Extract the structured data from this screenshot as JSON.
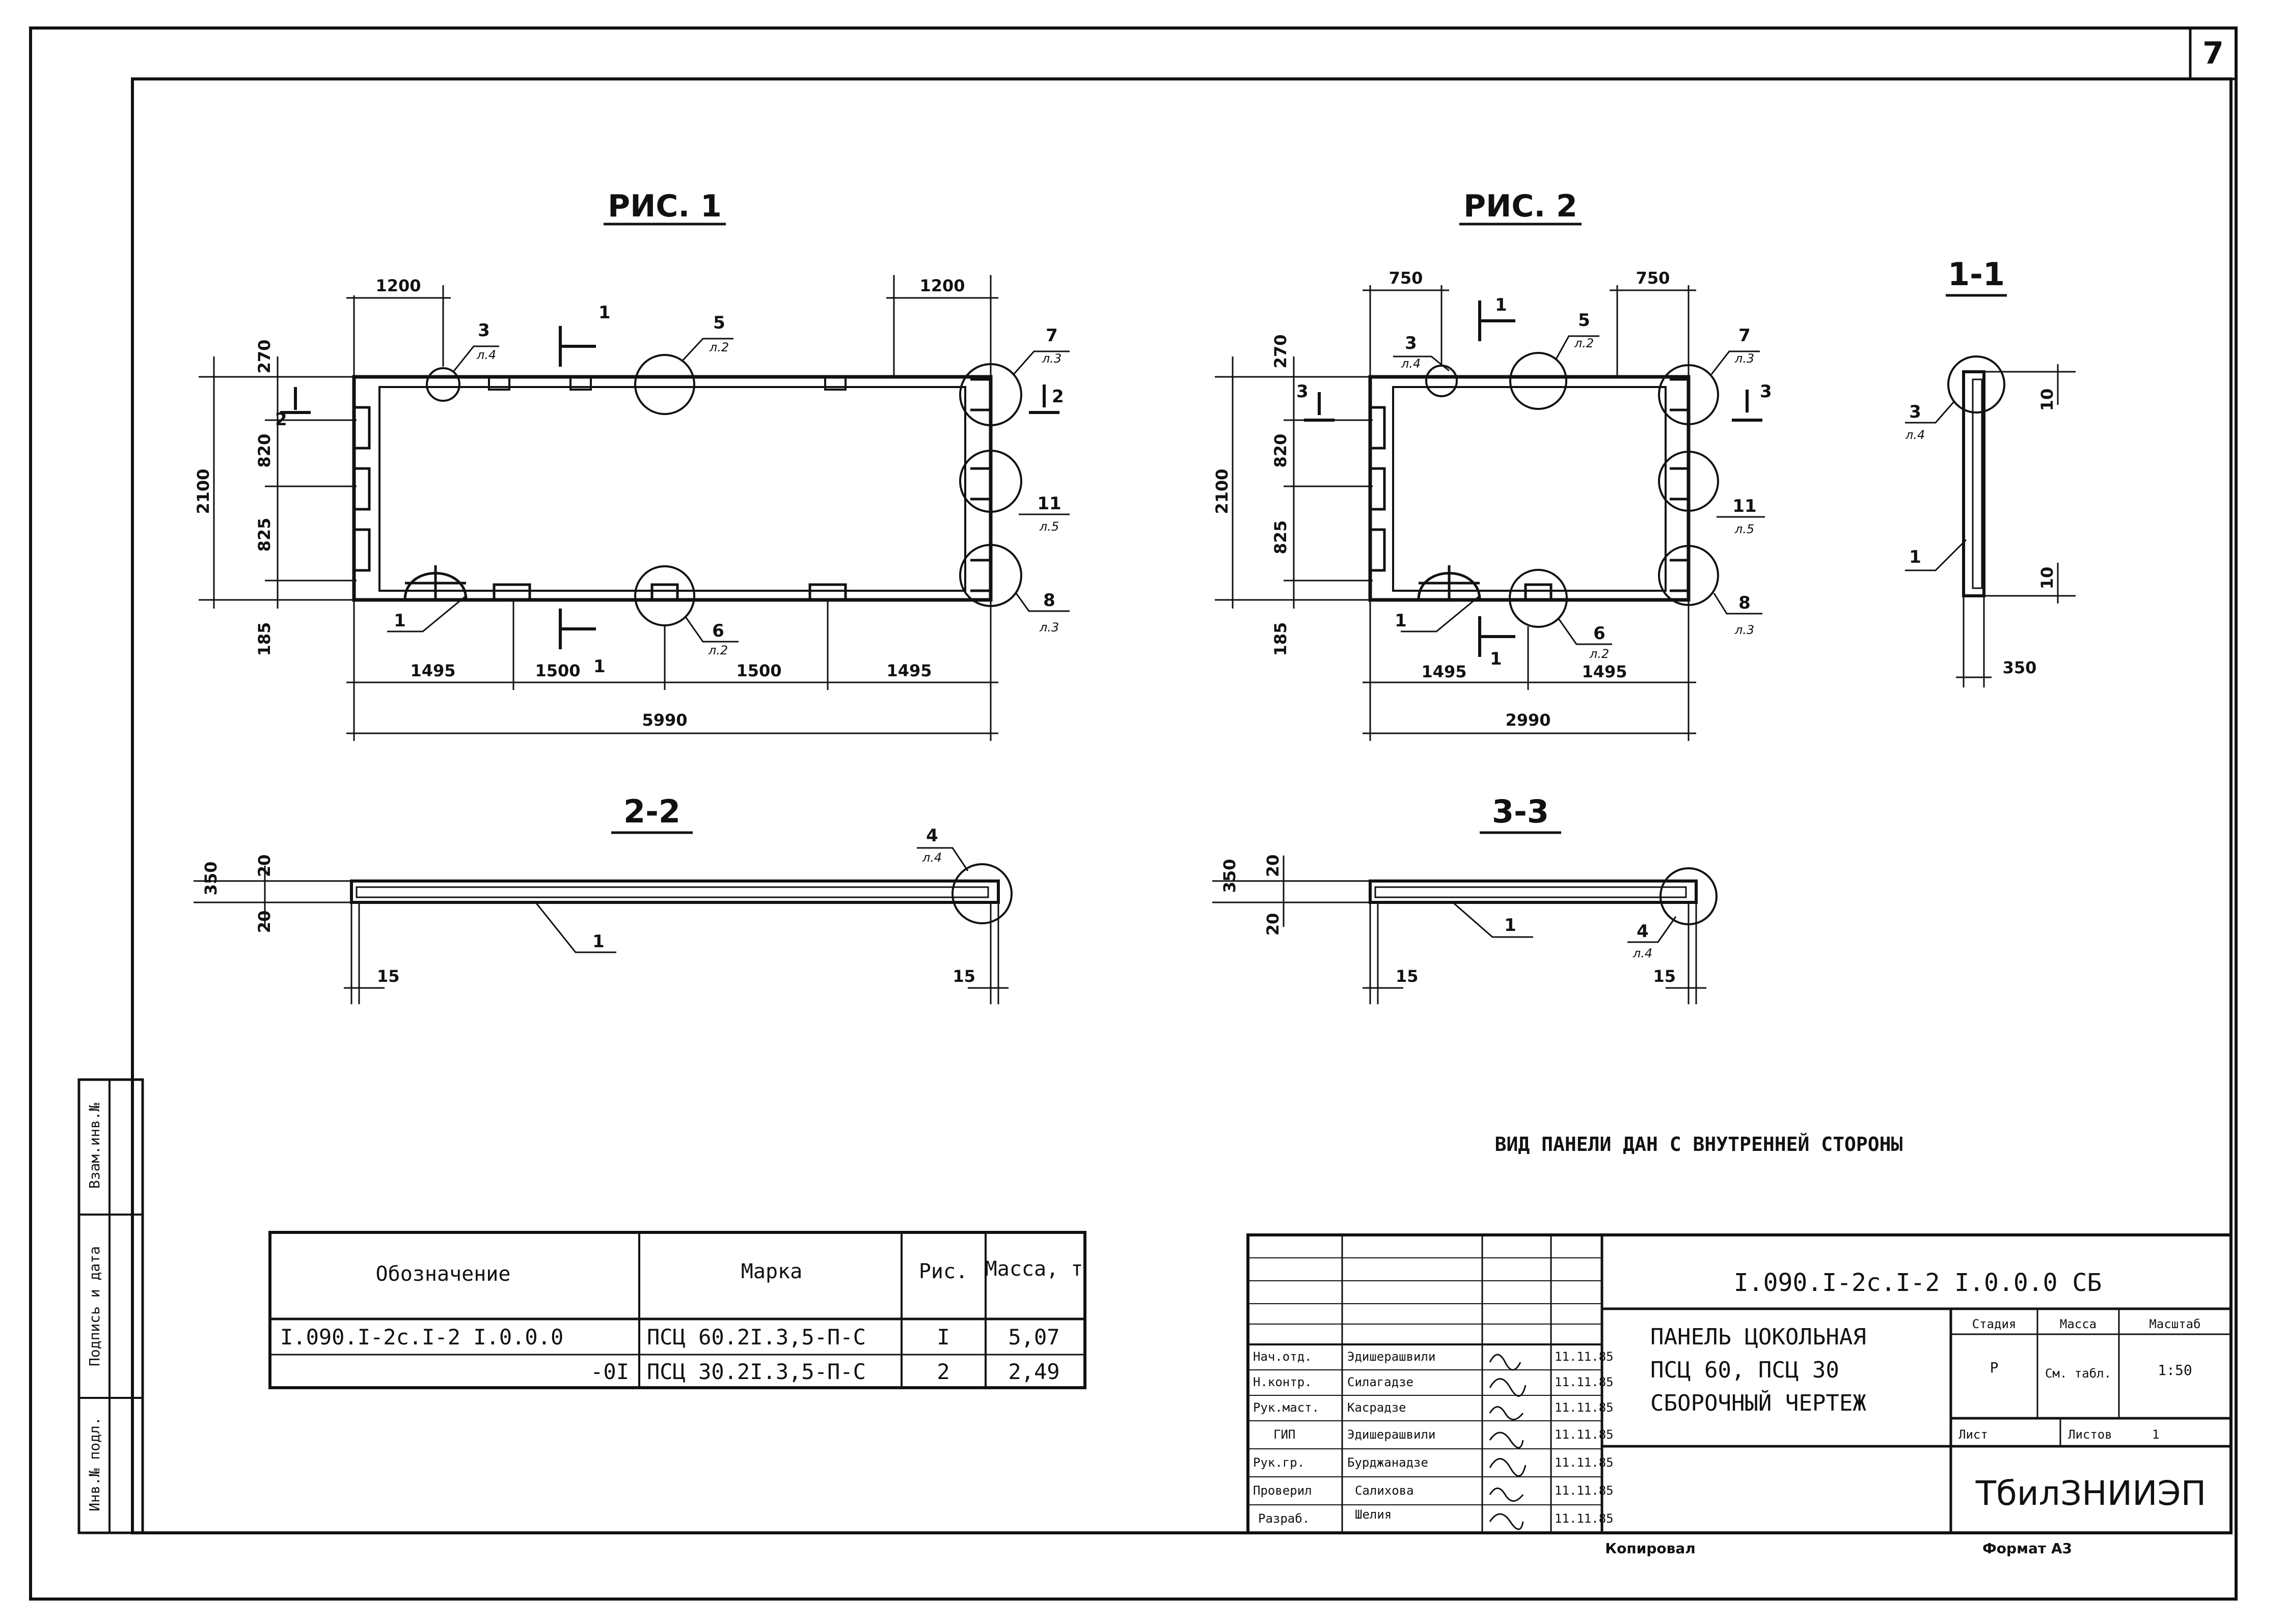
{
  "page": {
    "sheet_number": "7"
  },
  "figures": {
    "fig1": {
      "title": "РИС. 1",
      "dims_top": [
        "1200",
        "1200"
      ],
      "dims_left": [
        "270",
        "820",
        "825",
        "185"
      ],
      "dim_height": "2100",
      "dims_bottom": [
        "1495",
        "1500",
        "1500",
        "1495"
      ],
      "dim_total": "5990",
      "callouts": [
        {
          "num": "3",
          "sheet": "л.4"
        },
        {
          "num": "5",
          "sheet": "л.2"
        },
        {
          "num": "7",
          "sheet": "л.3"
        },
        {
          "num": "11",
          "sheet": "л.5"
        },
        {
          "num": "8",
          "sheet": "л.3"
        },
        {
          "num": "6",
          "sheet": "л.2"
        },
        {
          "num": "1",
          "sheet": ""
        }
      ],
      "cut_marks": [
        "1",
        "1",
        "2",
        "2"
      ]
    },
    "fig2": {
      "title": "РИС. 2",
      "dims_top": [
        "750",
        "750"
      ],
      "dims_left": [
        "270",
        "820",
        "825",
        "185"
      ],
      "dim_height": "2100",
      "dims_bottom": [
        "1495",
        "1495"
      ],
      "dim_total": "2990",
      "callouts": [
        {
          "num": "3",
          "sheet": "л.4"
        },
        {
          "num": "5",
          "sheet": "л.2"
        },
        {
          "num": "7",
          "sheet": "л.3"
        },
        {
          "num": "11",
          "sheet": "л.5"
        },
        {
          "num": "8",
          "sheet": "л.3"
        },
        {
          "num": "6",
          "sheet": "л.2"
        },
        {
          "num": "1",
          "sheet": ""
        }
      ],
      "cut_marks": [
        "1",
        "1",
        "3",
        "3"
      ]
    },
    "sec11": {
      "title": "1-1",
      "callout3": {
        "num": "3",
        "sheet": "л.4"
      },
      "callout1": "1",
      "dim_top": "10",
      "dim_bottom": "10",
      "dim_width": "350"
    },
    "sec22": {
      "title": "2-2",
      "dims_left": [
        "350",
        "20",
        "20"
      ],
      "dims_bottom": [
        "15",
        "15"
      ],
      "callout4": {
        "num": "4",
        "sheet": "л.4"
      },
      "callout1": "1"
    },
    "sec33": {
      "title": "3-3",
      "dims_left": [
        "350",
        "20",
        "20"
      ],
      "dims_bottom": [
        "15",
        "15"
      ],
      "callout4": {
        "num": "4",
        "sheet": "л.4"
      },
      "callout1": "1"
    }
  },
  "note": "ВИД ПАНЕЛИ ДАН С ВНУТРЕННЕЙ СТОРОНЫ",
  "spec_table": {
    "headers": [
      "Обозначение",
      "Марка",
      "Рис.",
      "Масса, т"
    ],
    "rows": [
      [
        "I.090.I-2c.I-2 I.0.0.0",
        "ПСЦ 60.2I.3,5-П-С",
        "I",
        "5,07"
      ],
      [
        "-0I",
        "ПСЦ 30.2I.3,5-П-С",
        "2",
        "2,49"
      ]
    ]
  },
  "side_stamp": [
    "Взам.инв.№",
    "Подпись и дата",
    "Инв.№ подл."
  ],
  "title_block": {
    "doc_code": "I.090.I-2c.I-2 I.0.0.0 СБ",
    "title_lines": [
      "ПАНЕЛЬ ЦОКОЛЬНАЯ",
      "ПСЦ 60, ПСЦ 30",
      "СБОРОЧНЫЙ ЧЕРТЕЖ"
    ],
    "signatures": [
      {
        "role": "Нач.отд.",
        "name": "Эдишерашвили",
        "date": "11.11.85"
      },
      {
        "role": "Н.контр.",
        "name": "Силагадзе",
        "date": "11.11.85"
      },
      {
        "role": "Рук.маст.",
        "name": "Касрадзе",
        "date": "11.11.85"
      },
      {
        "role": "ГИП",
        "name": "Эдишерашвили",
        "date": "11.11.85"
      },
      {
        "role": "Рук.гр.",
        "name": "Бурджанадзе",
        "date": "11.11.85"
      },
      {
        "role": "Проверил",
        "name": "Салихова",
        "date": "11.11.85"
      },
      {
        "role": "Разраб.",
        "name": "Шелия",
        "date": "11.11.85"
      }
    ],
    "stage_label": "Стадия",
    "mass_label": "Масса",
    "scale_label": "Масштаб",
    "stage": "Р",
    "mass": "См. табл.",
    "scale": "1:50",
    "sheet_label": "Лист",
    "sheets_label": "Листов",
    "sheets": "1",
    "org": "ТбилЗНИИЭП"
  },
  "footer": {
    "copied": "Копировал",
    "format": "Формат А3"
  }
}
